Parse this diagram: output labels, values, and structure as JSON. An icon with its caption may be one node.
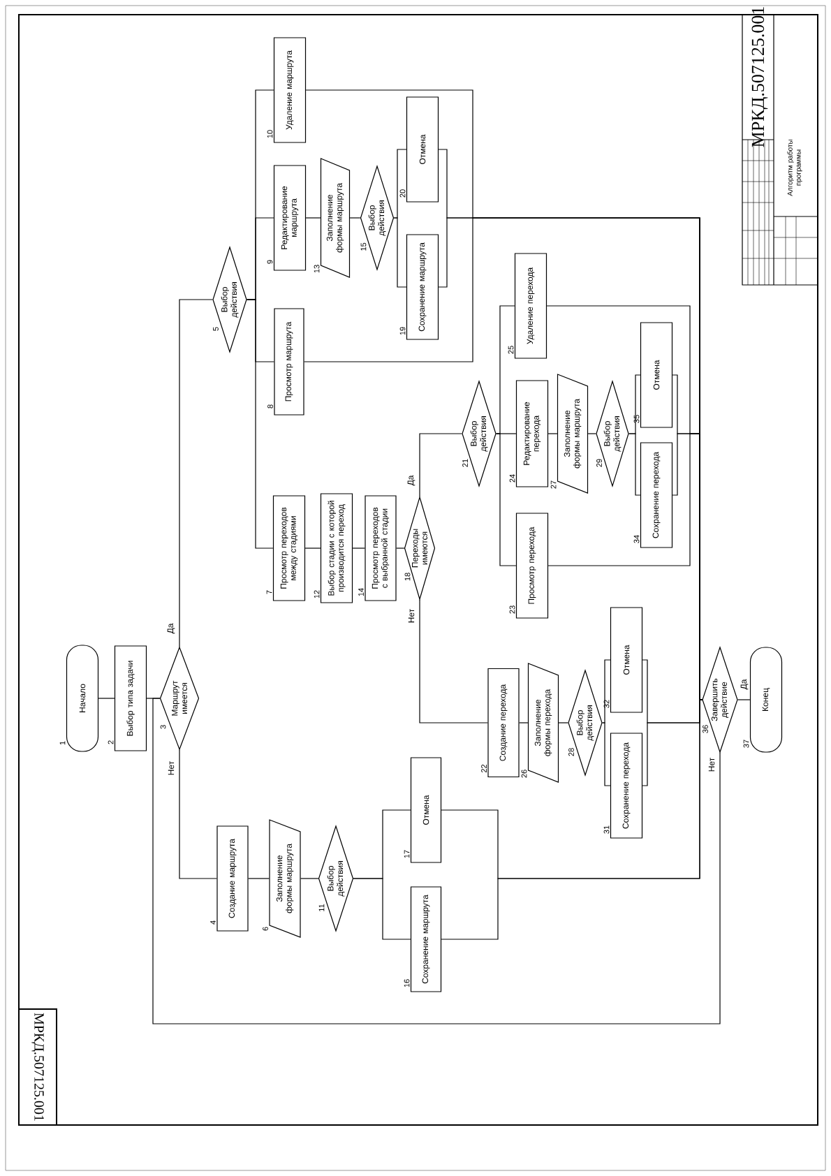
{
  "diagram": {
    "nodes": [
      {
        "text": [
          "Начало"
        ],
        "beside": [
          "1"
        ]
      },
      {
        "text": [
          "Выбор типа задачи"
        ],
        "beside": [
          "2"
        ]
      },
      {
        "text": [
          "Маршрут имеется"
        ],
        "beside": [
          "3"
        ]
      },
      {
        "text": [
          "Создание маршрута"
        ],
        "beside": [
          "4"
        ]
      },
      {
        "text": [
          "Выбор действия"
        ],
        "beside": [
          "5"
        ]
      },
      {
        "text": [
          "Заполнение формы маршрута"
        ],
        "beside": [
          "6"
        ]
      },
      {
        "text": [
          "Просмотр переходов между стадиями"
        ],
        "beside": [
          "7"
        ]
      },
      {
        "text": [
          "Просмотр маршрута"
        ],
        "beside": [
          "8"
        ]
      },
      {
        "text": [
          "Редактирование маршрута"
        ],
        "beside": [
          "9"
        ]
      },
      {
        "text": [
          "Удаление маршрута"
        ],
        "beside": [
          "10"
        ]
      },
      {
        "text": [
          "Выбор действия"
        ],
        "beside": [
          "11"
        ]
      },
      {
        "text": [
          "Выбор стадии с которой производится переход"
        ],
        "beside": [
          "12"
        ]
      },
      {
        "text": [
          "Заполнение формы маршрута"
        ],
        "beside": [
          "13"
        ]
      },
      {
        "text": [
          "Просмотр переходов с выбранной стадии"
        ],
        "beside": [
          "14"
        ]
      },
      {
        "text": [
          "Выбор действия"
        ],
        "beside": [
          "15"
        ]
      },
      {
        "text": [
          "Сохранение маршрута"
        ],
        "beside": [
          "16"
        ]
      },
      {
        "text": [
          "Отмена"
        ],
        "beside": [
          "17"
        ]
      },
      {
        "text": [
          "Переходы имеются"
        ],
        "beside": [
          "18"
        ]
      },
      {
        "text": [
          "Сохранение маршрута"
        ],
        "beside": [
          "19"
        ]
      },
      {
        "text": [
          "Отмена"
        ],
        "beside": [
          "20"
        ]
      },
      {
        "text": [
          "Выбор действия"
        ],
        "beside": [
          "21"
        ]
      },
      {
        "text": [
          "Создание перехода"
        ],
        "beside": [
          "22"
        ]
      },
      {
        "text": [
          "Просмотр перехода"
        ],
        "beside": [
          "23"
        ]
      },
      {
        "text": [
          "Редактирование перехода"
        ],
        "beside": [
          "24"
        ]
      },
      {
        "text": [
          "Удаление перехода"
        ],
        "beside": [
          "25"
        ]
      },
      {
        "text": [
          "Заполнение формы перехода"
        ],
        "beside": [
          "26"
        ]
      },
      {
        "text": [
          "Заполнение формы маршрута"
        ],
        "beside": [
          "27"
        ]
      },
      {
        "text": [
          "Выбор действия"
        ],
        "beside": [
          "28"
        ]
      },
      {
        "text": [
          "Выбор действия"
        ],
        "beside": [
          "29"
        ]
      },
      {
        "text": [
          "Сохранение перехода"
        ],
        "beside": [
          "31"
        ]
      },
      {
        "text": [
          "Отмена"
        ],
        "beside": [
          "32"
        ]
      },
      {
        "text": [
          "Сохранение перехода"
        ],
        "beside": [
          "34"
        ]
      },
      {
        "text": [
          "Отмена"
        ],
        "beside": [
          "35"
        ]
      },
      {
        "text": [
          "Завершить действие"
        ],
        "beside": [
          "36"
        ]
      },
      {
        "text": [
          "Конец"
        ],
        "beside": [
          "37"
        ]
      }
    ],
    "edges": [
      {
        "from": 0,
        "to": 1,
        "arrow": "none"
      },
      {
        "from": 1,
        "to": 2,
        "arrow": "none"
      },
      {
        "from": 2,
        "to": 4,
        "arrow": "none",
        "label": "Да"
      },
      {
        "from": 2,
        "to": 3,
        "arrow": "none",
        "label": "Нет"
      },
      {
        "from": 4,
        "to": 9,
        "arrow": "none"
      },
      {
        "from": 4,
        "to": 8,
        "arrow": "none"
      },
      {
        "from": 4,
        "to": 7,
        "arrow": "none"
      },
      {
        "from": 4,
        "to": 6,
        "arrow": "none"
      },
      {
        "from": 8,
        "to": 12,
        "arrow": "none"
      },
      {
        "from": 12,
        "to": 14,
        "arrow": "none"
      },
      {
        "from": 14,
        "to": 18,
        "arrow": "none"
      },
      {
        "from": 14,
        "to": 19,
        "arrow": "none"
      },
      {
        "from": 18,
        "to": 33,
        "arrow": "none"
      },
      {
        "from": 19,
        "to": 33,
        "arrow": "none"
      },
      {
        "from": 9,
        "to": 33,
        "arrow": "none"
      },
      {
        "from": 7,
        "to": 33,
        "arrow": "none"
      },
      {
        "from": 6,
        "to": 11,
        "arrow": "none"
      },
      {
        "from": 11,
        "to": 13,
        "arrow": "none"
      },
      {
        "from": 13,
        "to": 17,
        "arrow": "none"
      },
      {
        "from": 17,
        "to": 20,
        "arrow": "none",
        "label": "Да"
      },
      {
        "from": 17,
        "to": 21,
        "arrow": "none",
        "label": "Нет"
      },
      {
        "from": 20,
        "to": 22,
        "arrow": "none"
      },
      {
        "from": 20,
        "to": 23,
        "arrow": "none"
      },
      {
        "from": 20,
        "to": 24,
        "arrow": "none"
      },
      {
        "from": 23,
        "to": 26,
        "arrow": "none"
      },
      {
        "from": 26,
        "to": 28,
        "arrow": "none"
      },
      {
        "from": 28,
        "to": 31,
        "arrow": "none"
      },
      {
        "from": 28,
        "to": 32,
        "arrow": "none"
      },
      {
        "from": 31,
        "to": 33,
        "arrow": "none"
      },
      {
        "from": 32,
        "to": 33,
        "arrow": "none"
      },
      {
        "from": 22,
        "to": 33,
        "arrow": "none"
      },
      {
        "from": 24,
        "to": 33,
        "arrow": "none"
      },
      {
        "from": 21,
        "to": 25,
        "arrow": "none"
      },
      {
        "from": 25,
        "to": 27,
        "arrow": "none"
      },
      {
        "from": 27,
        "to": 29,
        "arrow": "none"
      },
      {
        "from": 27,
        "to": 30,
        "arrow": "none"
      },
      {
        "from": 29,
        "to": 33,
        "arrow": "none"
      },
      {
        "from": 30,
        "to": 33,
        "arrow": "none"
      },
      {
        "from": 3,
        "to": 5,
        "arrow": "none"
      },
      {
        "from": 5,
        "to": 10,
        "arrow": "none"
      },
      {
        "from": 10,
        "to": 15,
        "arrow": "none"
      },
      {
        "from": 10,
        "to": 16,
        "arrow": "none"
      },
      {
        "from": 15,
        "to": 33,
        "arrow": "none"
      },
      {
        "from": 16,
        "to": 33,
        "arrow": "none"
      },
      {
        "from": 33,
        "to": 34,
        "arrow": "none",
        "label": "Да"
      },
      {
        "from": 33,
        "to": 2,
        "arrow": "none",
        "label": "Нет"
      }
    ],
    "labels": [
      "МРКД.507125.001",
      "Алгоритм работы программы",
      "МРКД.507125.001"
    ]
  }
}
